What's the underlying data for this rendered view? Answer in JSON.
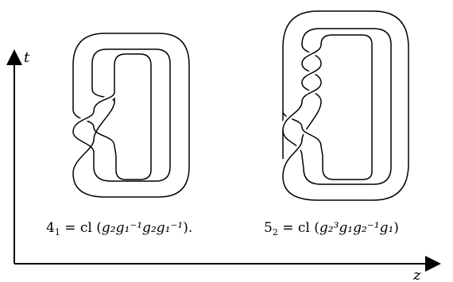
{
  "axes": {
    "vertical_label": "t",
    "horizontal_label": "z"
  },
  "knots": [
    {
      "name": "4_1",
      "formula": {
        "lhs": "4",
        "lhs_sub": "1",
        "eq": " = cl (",
        "body": "g₂g₁⁻¹g₂g₁⁻¹",
        "close": ")."
      }
    },
    {
      "name": "5_2",
      "formula": {
        "lhs": "5",
        "lhs_sub": "2",
        "eq": " = cl (",
        "body": "g₂³g₁g₂⁻¹g₁",
        "close": ")"
      }
    }
  ]
}
